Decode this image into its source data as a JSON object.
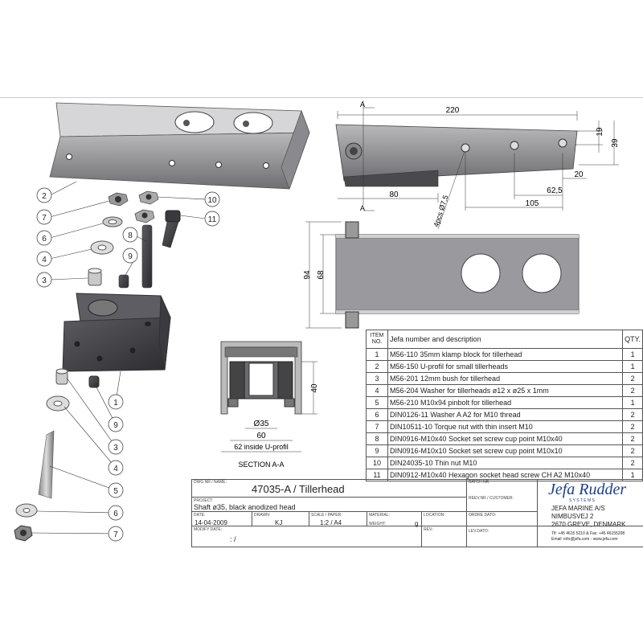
{
  "balloons_left": [
    "2",
    "7",
    "6",
    "4",
    "3",
    "8",
    "9",
    "10",
    "11"
  ],
  "balloons_lower": [
    "1",
    "9",
    "3",
    "4",
    "5",
    "6",
    "7"
  ],
  "dimensions": {
    "length": "220",
    "hole_offset": "80",
    "hole_spacing": "62,5",
    "hole_spacing2": "105",
    "edge": "20",
    "height_small": "19",
    "height_total": "39",
    "holes_note": "4pcs Ø7,5",
    "section_label": "A",
    "top_height": "94",
    "top_inner": "68",
    "sec_height": "40",
    "sec_bore": "Ø35",
    "sec_width": "60",
    "sec_inside": "62 inside U-profil",
    "section_caption": "SECTION A-A"
  },
  "bom": {
    "headers": [
      "ITEM NO.",
      "Jefa number and description",
      "QTY."
    ],
    "rows": [
      [
        "1",
        "M56-110 35mm klamp block for tillerhead",
        "1"
      ],
      [
        "2",
        "M56-150 U-profil for small tillerheads",
        "1"
      ],
      [
        "3",
        "M56-201 12mm bush for tillerhead",
        "2"
      ],
      [
        "4",
        "M56-204 Washer for tillerheads ø12 x ø25 x 1mm",
        "2"
      ],
      [
        "5",
        "M56-210 M10x94 pinbolt for tillerhead",
        "1"
      ],
      [
        "6",
        "DIN0126-11 Washer A A2 for M10 thread",
        "2"
      ],
      [
        "7",
        "DIN10511-10 Torque nut with thin insert M10",
        "2"
      ],
      [
        "8",
        "DIN0916-M10x40 Socket set screw cup point M10x40",
        "2"
      ],
      [
        "9",
        "DIN0916-M10x10 Socket set screw cup point M10x10",
        "2"
      ],
      [
        "10",
        "DIN24035-10 Thin nut M10",
        "2"
      ],
      [
        "11",
        "DIN0912-M10x40 Hexagon socket head screw CH A2 M10x40",
        "1"
      ]
    ]
  },
  "title_block": {
    "dwg_label": "DWG NR / NAME:",
    "dwg_value": "47035-A / Tillerhead",
    "project_label": "PROJECT:",
    "project_value": "Shaft ø35, black anodized head",
    "date_label": "DATE:",
    "date_value": "14-04-2009",
    "drawn_label": "DRAWN:",
    "drawn_value": "KJ",
    "scale_label": "SCALE / PAPER:",
    "scale_value": "1:2 / A4",
    "material_label": "MATERIAL:",
    "weight_label": "WEIGHT:",
    "weight_unit": "g",
    "location_label": "LOCATION:",
    "rev_label": "REV.:",
    "modify_label": "MODIFY DATE:",
    "modify_value": ": /",
    "batch_label": "BATCH NR:",
    "revnr_label": "REEV.NR / CUSTOMER:",
    "order_label": "ORDRE DATO:",
    "lev_label": "LEV.DATO:",
    "brand": "Jefa Rudder",
    "brand_sub": "S Y S T E M S",
    "company": "JEFA MARINE A/S",
    "street": "NIMBUSVEJ 2",
    "city": "2670 GREVE, DENMARK",
    "phone": "Tlf: +45 4615 5210 & Fax: +45 46155208",
    "email": "Email: info@jefa.com - www.jefa.com"
  }
}
